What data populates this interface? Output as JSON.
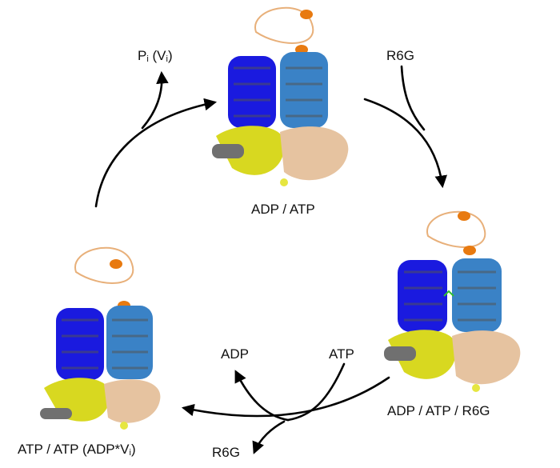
{
  "diagram": {
    "type": "transport-cycle",
    "states": [
      {
        "id": "state-top",
        "label": "ADP / ATP"
      },
      {
        "id": "state-right",
        "label": "ADP / ATP / R6G"
      },
      {
        "id": "state-left",
        "label_main": "ATP / ATP (ADP*V",
        "label_sub": "i",
        "label_end": ")"
      }
    ],
    "ligands": {
      "pi_main": "P",
      "pi_sub": "i",
      "pi_paren_open": " (V",
      "pi_paren_sub": "i",
      "pi_paren_close": ")",
      "r6g_in": "R6G",
      "r6g_out": "R6G",
      "adp_out": "ADP",
      "atp_in": "ATP"
    },
    "colors": {
      "tmd_a": "#1a1adf",
      "tmd_b": "#3a82c6",
      "nbd_a": "#d8d820",
      "nbd_b": "#e6c3a0",
      "ecd": "#e8b07a",
      "ecd_helix": "#e87a10",
      "helix_grey": "#707070",
      "substrate": "#30c030",
      "arrow": "#000000"
    }
  }
}
